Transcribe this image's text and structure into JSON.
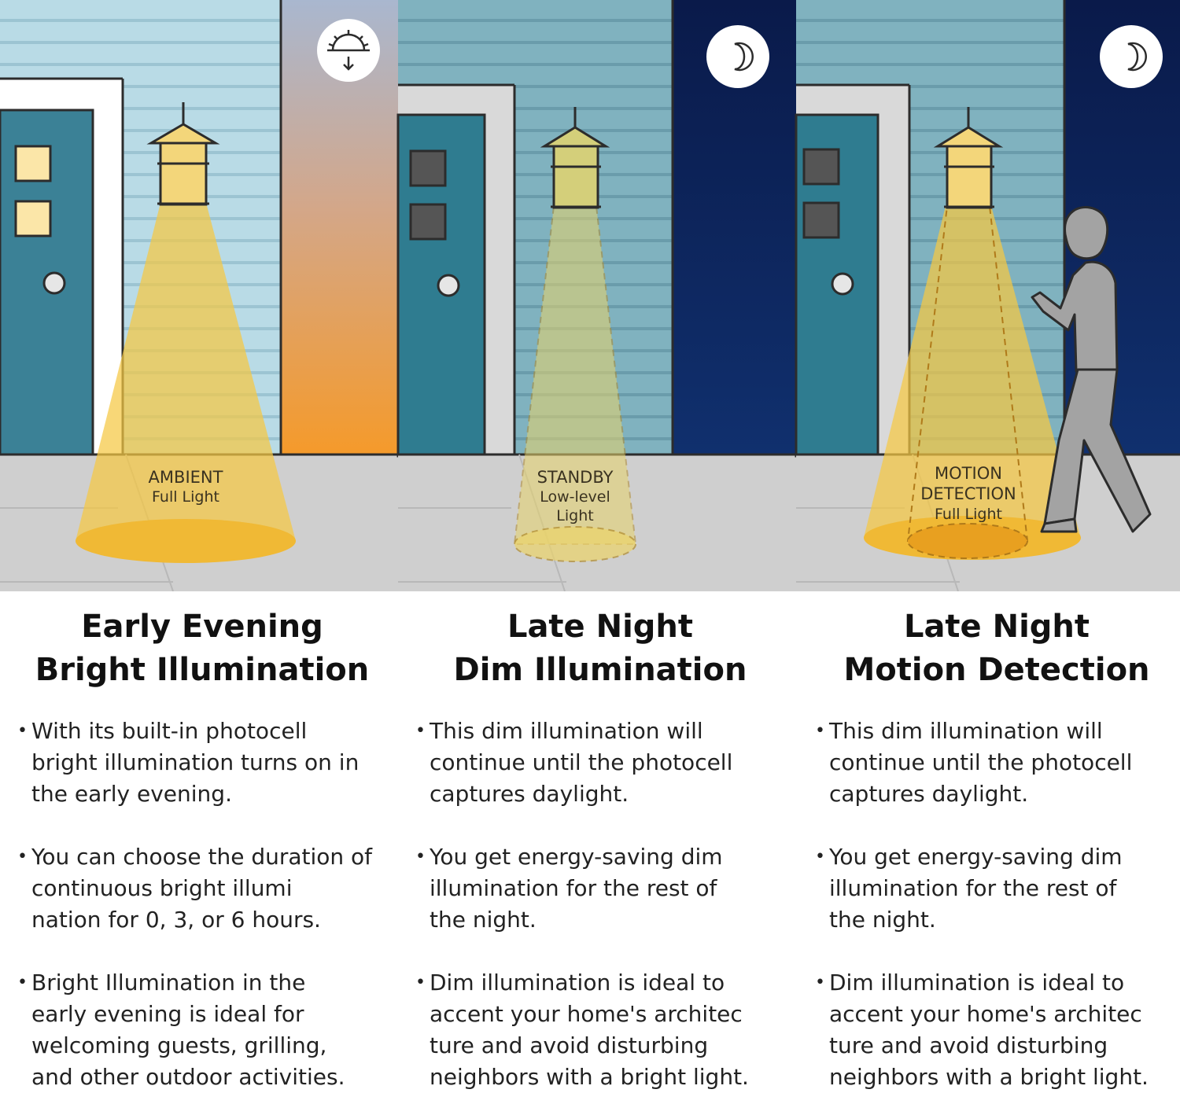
{
  "panels": [
    {
      "icon": "sunset-icon",
      "light_label": [
        "AMBIENT",
        "Full Light"
      ],
      "title_line1": "Early Evening",
      "title_line2": "Bright Illumination",
      "bullets": [
        "With its built-in photocell\nbright illumination turns on in\nthe early evening.",
        "You can choose the duration of\ncontinuous bright illumi\nnation for 0, 3, or 6 hours.",
        "Bright Illumination in the\nearly evening is ideal for\nwelcoming guests, grilling,\nand other outdoor activities."
      ]
    },
    {
      "icon": "moon-icon",
      "light_label": [
        "STANDBY",
        "Low-level",
        "Light"
      ],
      "title_line1": "Late Night",
      "title_line2": "Dim Illumination",
      "bullets": [
        "This dim illumination will\ncontinue until the photocell\ncaptures daylight.",
        "You get energy-saving dim\nillumination for the rest of\nthe night.",
        "Dim illumination is ideal to\naccent your home's architec\nture and avoid disturbing\nneighbors with a bright light."
      ]
    },
    {
      "icon": "moon-icon",
      "light_label": [
        "MOTION",
        "DETECTION",
        "Full Light"
      ],
      "title_line1": "Late Night",
      "title_line2": "Motion Detection",
      "bullets": [
        "This dim illumination will\ncontinue until the photocell\ncaptures daylight.",
        "You get energy-saving dim\nillumination for the rest of\nthe night.",
        "Dim illumination is ideal to\naccent your home's architec\nture and avoid disturbing\nneighbors with a bright light."
      ]
    }
  ],
  "colors": {
    "siding_day": "#b9dbe6",
    "siding_night": "#7fb0bd",
    "night_sky": "#0e2459",
    "door": "#3b8196",
    "ground": "#cfcfcf",
    "light_beam": "#f5c842"
  }
}
